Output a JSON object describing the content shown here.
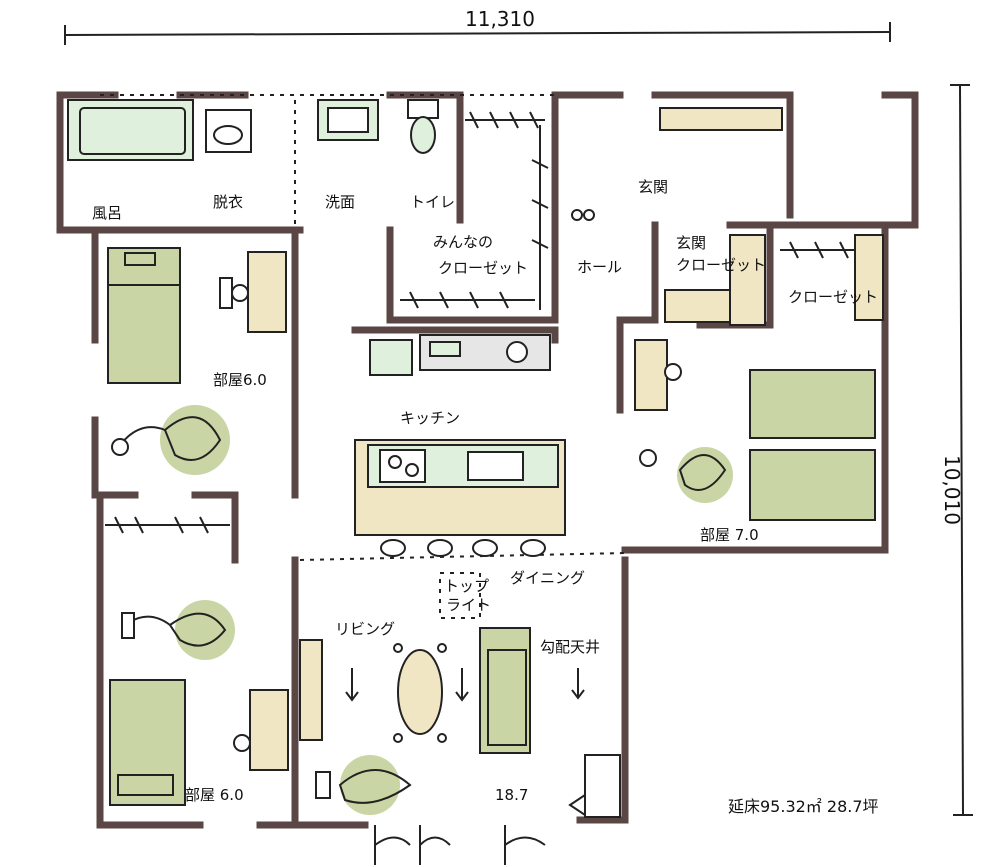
{
  "dimensions": {
    "width": "11,310",
    "height": "10,010"
  },
  "rooms": {
    "bath": "風呂",
    "dressing": "脱衣",
    "washroom": "洗面",
    "toilet": "トイレ",
    "shared_closet_line1": "みんなの",
    "shared_closet_line2": "クローゼット",
    "entrance": "玄関",
    "hall": "ホール",
    "entrance_closet_line1": "玄関",
    "entrance_closet_line2": "クローゼット",
    "closet": "クローゼット",
    "room_nw": "部屋6.0",
    "kitchen": "キッチン",
    "room_e": "部屋 7.0",
    "dining": "ダイニング",
    "toplight_line1": "トップ",
    "toplight_line2": "ライト",
    "living": "リビング",
    "ceiling": "勾配天井",
    "room_sw": "部屋 6.0",
    "ldk_size": "18.7"
  },
  "floor_area": "延床95.32㎡ 28.7坪"
}
